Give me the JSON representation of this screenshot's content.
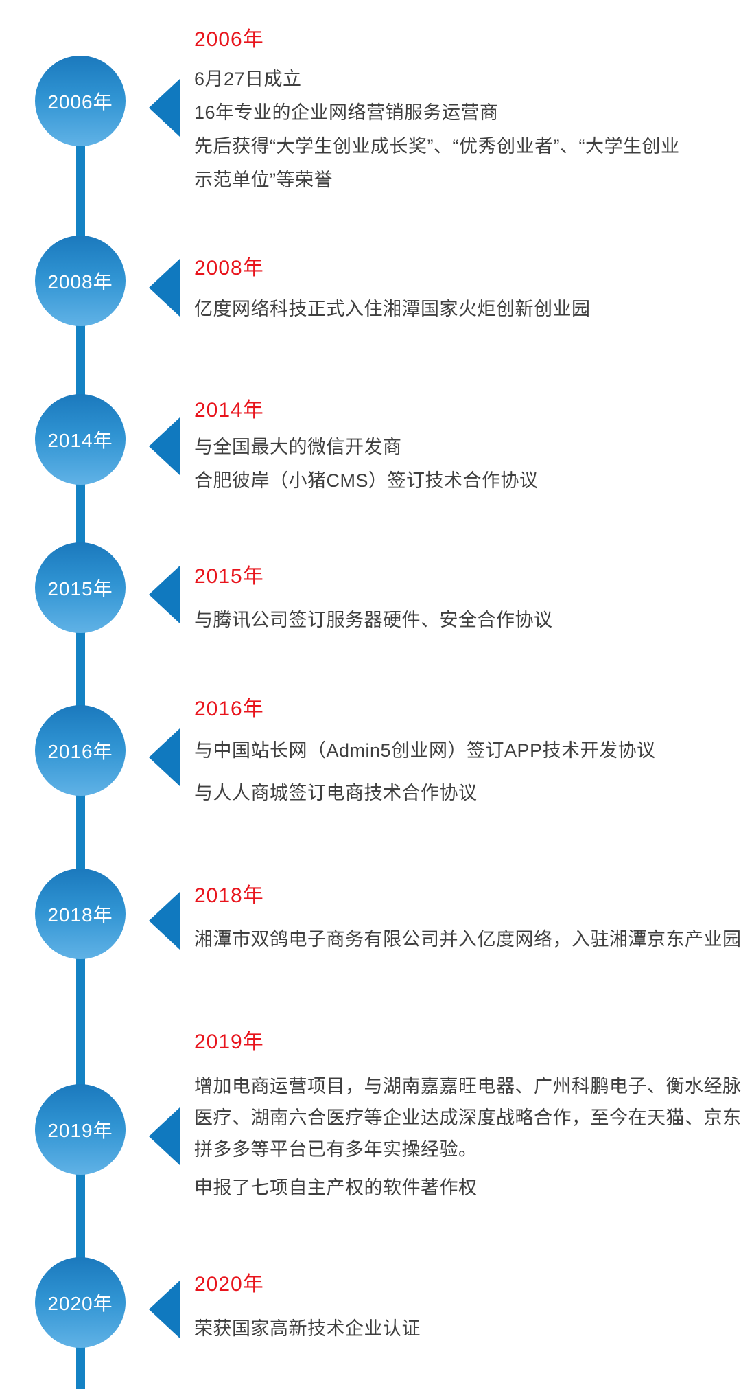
{
  "colors": {
    "spine_blue": "#1482c4",
    "arrow_blue": "#1079bf",
    "circle_gradient_top": "#1b79bd",
    "circle_gradient_bottom": "#60b2e6",
    "heading_red": "#e8141c",
    "body_text_gray": "#3f3f3f",
    "circle_label_white": "#ffffff"
  },
  "icons": {
    "timeline_arrow": "left-pointing solid triangle (CSS border shape)"
  },
  "timeline": {
    "sections": [
      {
        "year_label": "2006年",
        "heading": "2006年",
        "lines": [
          "6月27日成立",
          "16年专业的企业网络营销服务运营商",
          "先后获得“大学生创业成长奖”、“优秀创业者”、“大学生创业",
          "示范单位”等荣誉"
        ]
      },
      {
        "year_label": "2008年",
        "heading": "2008年",
        "lines": [
          "亿度网络科技正式入住湘潭国家火炬创新创业园"
        ]
      },
      {
        "year_label": "2014年",
        "heading": "2014年",
        "lines": [
          "与全国最大的微信开发商",
          "合肥彼岸（小猪CMS）签订技术合作协议"
        ]
      },
      {
        "year_label": "2015年",
        "heading": "2015年",
        "lines": [
          "与腾讯公司签订服务器硬件、安全合作协议"
        ]
      },
      {
        "year_label": "2016年",
        "heading": "2016年",
        "lines": [
          "与中国站长网（Admin5创业网）签订APP技术开发协议",
          "与人人商城签订电商技术合作协议"
        ]
      },
      {
        "year_label": "2018年",
        "heading": "2018年",
        "lines": [
          "湘潭市双鸽电子商务有限公司并入亿度网络，入驻湘潭京东产业园"
        ]
      },
      {
        "year_label": "2019年",
        "heading": "2019年",
        "lines": [
          "增加电商运营项目，与湖南嘉嘉旺电器、广州科鹏电子、衡水经脉",
          "医疗、湖南六合医疗等企业达成深度战略合作，至今在天猫、京东、",
          "拼多多等平台已有多年实操经验。",
          "申报了七项自主产权的软件著作权"
        ]
      },
      {
        "year_label": "2020年",
        "heading": "2020年",
        "lines": [
          "荣获国家高新技术企业认证"
        ]
      }
    ]
  }
}
